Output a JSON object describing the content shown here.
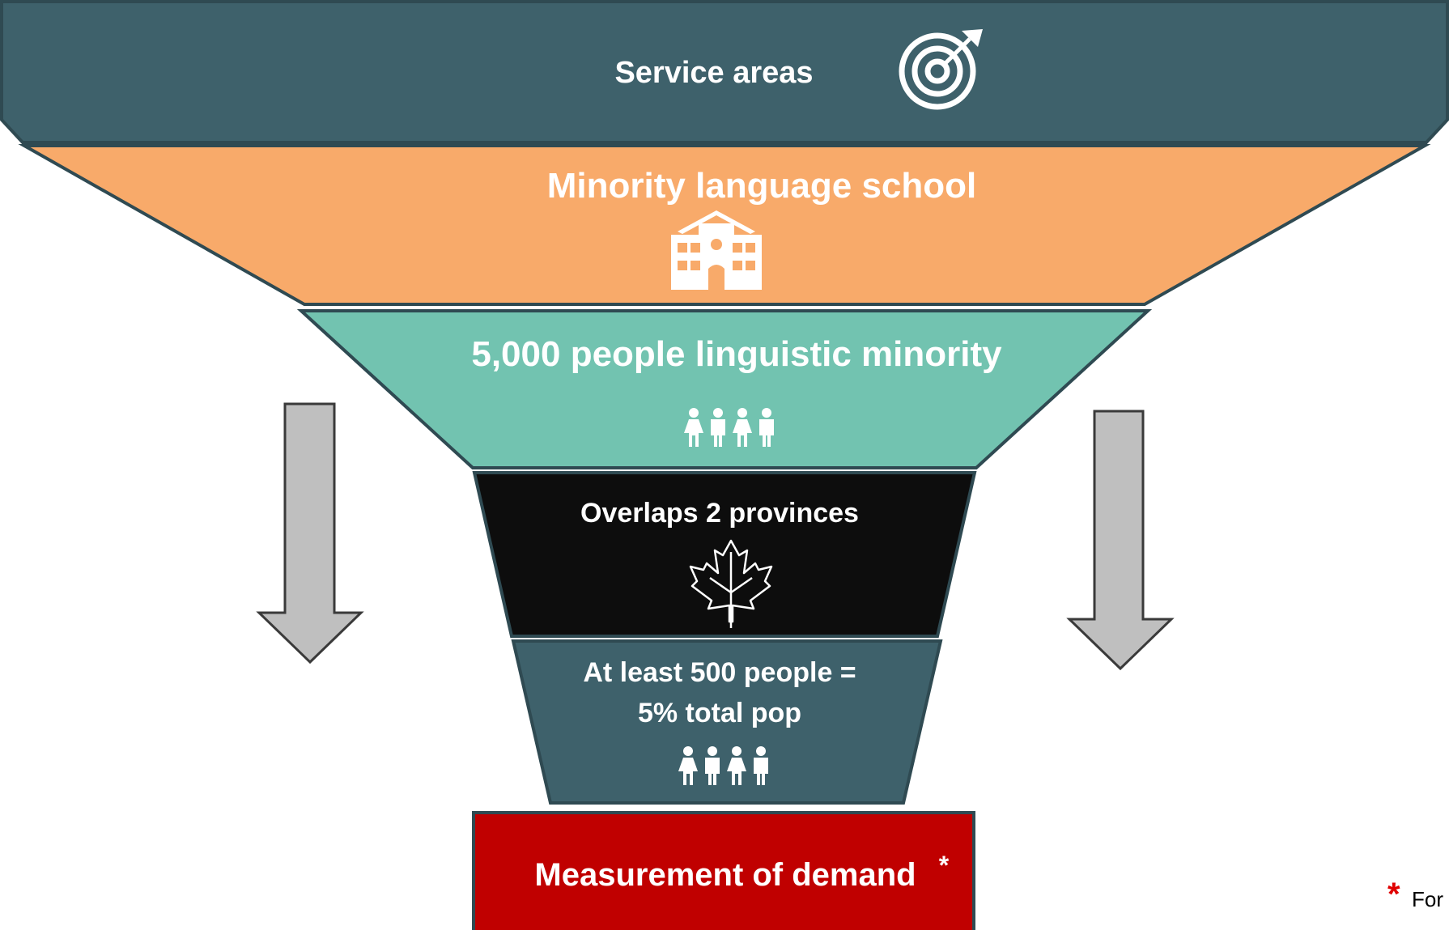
{
  "tiers": [
    {
      "id": "service-areas",
      "label": "Service areas",
      "icon": "target-icon",
      "fill": "#3e616b"
    },
    {
      "id": "school",
      "label": "Minority language school",
      "icon": "school-icon",
      "fill": "#f8aa6a"
    },
    {
      "id": "population",
      "label": "5,000 people linguistic minority",
      "icon": "people-icon",
      "fill": "#72c3b0"
    },
    {
      "id": "provinces",
      "label": "Overlaps 2 provinces",
      "icon": "maple-leaf-icon",
      "fill": "#0d0d0d"
    },
    {
      "id": "threshold",
      "label_line1": "At least 500 people =",
      "label_line2": "5% total pop",
      "icon": "people-icon",
      "fill": "#3e616b"
    }
  ],
  "result": {
    "label": "Measurement of demand",
    "asterisk": "*",
    "fill": "#c00000"
  },
  "footnote": {
    "asterisk": "*",
    "text": "For"
  },
  "arrows": {
    "fill": "#bfbfbf",
    "icon": "down-arrow-icon"
  },
  "colors": {
    "outline": "#2f4a52",
    "accent_red": "#e00000"
  }
}
